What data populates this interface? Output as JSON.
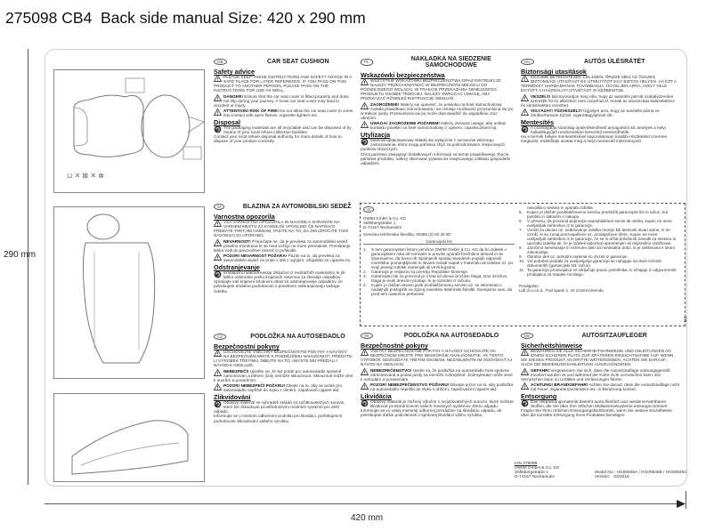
{
  "document": {
    "title": "275098 CB4  Back side manual Size: 420 x 290 mm",
    "height_label": "290 mm",
    "width_label": "420 mm"
  },
  "sections": {
    "gb": {
      "code": "GB",
      "title": "CAR SEAT CUSHION",
      "safety_heading": "Safety advice",
      "intro": "PLEASE KEEP THESE INSTRUCTIONS AND SAFETY ADVICE IN A SAFE PLACE FOR LATER REFERENCE. IF YOU PASS ON THIS PRODUCT TO ANOTHER PERSON, PLEASE PASS ON THE INSTRUCTIONS FOR USE AS WELL.",
      "warnings": [
        {
          "label": "DANGER!",
          "text": "Ensure that the car seat cover is fitted properly and does not slip during your journey. A loose car seat cover may lead to accident or injury."
        },
        {
          "label": "ATTENTION! RISK OF FIRE!",
          "text": "Do not allow the car seat cover to come into contact with open flames, cigarette lighters etc."
        }
      ],
      "disposal_heading": "Disposal",
      "disposal": [
        "The packaging materials are all recyclable and can be disposed of by means of your local refuse collection facilities.",
        "Contact your local refuse disposal authority for more details of how to dispose of your product correctly."
      ]
    },
    "pl": {
      "code": "PL",
      "title": "NAKŁADKA NA SIEDZENIE SAMOCHODOWE",
      "safety_heading": "Wskazówki bezpieczeństwa",
      "intro": "WSZYSTKIE WSKAZÓWKI BEZPIECZEŃSTWA ORAZ INSTRUKCJE NALEŻY PRZECHOWYWAĆ W BEZPIECZNYM MIEJSCU DO PÓŹNIEJSZEGO WGLĄDU. W TRAKCIE PRZEKAZANIA NINIEJSZEGO PRODUKTU OSOBIE TRZECIEJ, NALEŻY ZWRACAĆ UWAGĘ, ABY PRZEKAZAĆ RÓWNIEŻ INSTRUKCJĘ OBSŁUGI.",
      "warnings": [
        {
          "label": "ZAGROŻENIE!",
          "text": "Należy się upewnić, że powłoka na fotel samochodowy została prawidłowo zamontowana i nie istnieje możliwość przesunięcia się jej w trakcie jazdy. Przesunięcia się jej może doprowadzić do wypadków oraz obrażeń."
        },
        {
          "label": "UWAGA! ZAGROŻENIE POŻAREM!",
          "text": "Należy zwracać uwagę, aby unikać kontaktu powłoki na fotel samochodowy z ogniem, zapalniczkami itp."
        }
      ],
      "disposal_heading": "Utylizacja",
      "disposal": [
        "Materiał opakowaniowy składa się wyłącznie z surowców wtórnego zastosowania, które mogą państwo zbyć za pośrednictwem miejscowych punktów zbiorczych.",
        "Chcą państwo zasięgnąć dodatkowych informacji na temat prawidłowego zbycia państwa produktu, należy skierować pytania do miejscowego zakładu gospodarki odpadami."
      ]
    },
    "hu": {
      "code": "HU",
      "title": "AUTÓS ÜLÉSRÁTÉT",
      "safety_heading": "Biztonsági utasítások",
      "intro": "KÉSŐBBI BETEKINTÉSEK CÉLJÁBÓL ŐRIZZE MEG AZ ÖSSZES BIZTONSÁGI UTASÍTÁST ÉS ÚTMUTATÓT EGY BIZTOS HELYEN. HA EZT A TERMÉKET HARMADIKNAK TOVÁBBADJA, ÜGYELJEN ARRA, HOGY VELE EGYÜTT A HASZNÁLATI UTASÍTÁST IS KÉZBESÍTSE.",
      "warnings": [
        {
          "label": "VESZÉLY!",
          "text": "Bizonyosodjon meg róla, hogy az autóülés párnát szabályszerűen szerelték fel és ütközben nem csúszhat el. Annak az elcsúszása balesetekhez és sérülésekhez vezethet."
        },
        {
          "label": "VIGYÁZAT! TŰZVESZÉLY!",
          "text": "Ügyeljen arra, hogy az autóülés párna ne érintkezhessen tűzzel, cigarettagyújtóval stb."
        }
      ],
      "disposal_heading": "Mentesítés",
      "disposal": [
        "A csomagolás kizárólag újraértékesíthető anyagokból áll, amelyek a helyi hulladékgyűjtő rendszereken keresztül mentesíthetők.",
        "Ha a termék helyes mentesítésével kapcsolatosan további részleteket szeretne megtudni, érdeklődje azokat meg a helyi mentesítő intézménynél."
      ]
    },
    "si": {
      "code": "SI",
      "title": "BLAZINA ZA AVTOMOBILSKI SEDEŽ",
      "safety_heading": "Varnostna opozorila",
      "intro": "VSA VARNOSTNA OPOZORILA IN NAVODILA SHRANITE NA VARNEM MESTU ZA KASNEJŠI VPOGLED! ČE NAPRAVO PREDATE TRETJIM OSEBAM, PAZITE NA TO, DA JIM IZROČITE TUDI NAVODILO ZA UPORABO.",
      "warnings": [
        {
          "label": "NEVARNOST!",
          "text": "Prepričajte se, da je prevleka za avtomobilski sedež pravilno montirana in se med vožnjo ne more premakniti. Premikanje lahko vodi do povzročitve nesreč in poškodb."
        },
        {
          "label": "POZOR! NEVARNOST POŽARA!",
          "text": "Pazite na to, da prevleka za avtomobilski sedež ne pride v stik z ognjem, vžigalniki za cigarete itn."
        }
      ],
      "disposal_heading": "Odstranjevanje",
      "disposal": [
        "Embalažni material sestoji izključno iz reciklažnih materialov, ki jih lahko odstranite preko krajevnih sistemov za zbiranje odpadkov.",
        "Vprašajte vaš krajevni strokovni obrat za odstranjevanje odpadkov, če potrebujete dodatne podrobnosti o pravilnem odstranjevanju vašega izdelka."
      ]
    },
    "cz": {
      "code": "CZ",
      "title": "PODLOŽKA NA AUTOSEDADLO",
      "safety_heading": "Bezpečnostní pokyny",
      "intro": "USCHOVEJTE VŠECHNY BEZPEČNOSTNÍ POKYNY A NÁVODY NA BEZPEČNÉM MÍSTĚ K POZDĚJŠÍMU NAHLÉDNUTÍ. PŘEDÁTE-LI VÝROBEK TŘETÍMU, DBEJTE NA TO, ABYSTE MU PŘEDALI I NÁVOD K OBSLUZE.",
      "warnings": [
        {
          "label": "NEBEZPEČÍ!",
          "text": "Ujistěte se, že byl potah pro autosedadlo správně namontován a během jízdy nemůže sklouznout. Sklouznutí může vést k úrazům a poraněním."
        },
        {
          "label": "POZOR! NEBEZPEČÍ POŽÁRU!",
          "text": "Dbejte na to, aby se potah pro autosedadlo nepřišel do styku s ohněm, zapalovači cigaret atd."
        }
      ],
      "disposal_heading": "Zlikvidování",
      "disposal": [
        "Obalový materiál se výhradně skládá ze zužitkovatelných surovin, které lze zlikvidovat prostřednictvím místních systémů pro sběr odpadu.",
        "Informujte se v místním odborném podniku pro likvidaci, potřebujete-li podrobnosti zlikvidování vašeho výrobku."
      ]
    },
    "sk": {
      "code": "SK",
      "title": "PODLOŽKA NA AUTOSEDADLO",
      "safety_heading": "Bezpečnostné pokyny",
      "intro": "VŠETKY BEZPEČNOSTNÉ POKYNY A NÁVODY UCHOVAJTE NA BEZPEČNOM MIESTE PRE NESKORŠIE NAHLIADNUTIE. AK TENTO VÝROBOK ODOVZDÁTE TRETÍM OSOBÁM, NEZABUDNITE IM ODOVZDAŤ AJ NÁVOD NA OBSLUHU.",
      "warnings": [
        {
          "label": "NEBEZPEČENSTVO!",
          "text": "Uistite sa, že podložka na autosedadlo bola správne namontovaná a počas jazdy sa nemôže zošmyknúť. Zošmyknutie môže viesť k nehodám a poraneniam."
        },
        {
          "label": "POZOR! NEBEZPEČENSTVO POŽIARU!",
          "text": "Dávajte pozor na to, aby podložka na autosedadlo neprišla do styku s ohňom, zapaľovačmi cigariet atď."
        }
      ],
      "disposal_heading": "Likvidácia",
      "disposal": [
        "Obalový materiál je zložený výlučne z recyklovateľných surovín, ktoré môžete likvidovať prostredníctvom vašich miestnych systémov zberu odpadu.",
        "Informujte sa vo vašej miestnej odbornej prevádzke na likvidáciu odpadu, ak potrebujete ďalšie podrobnosti o správnej likvidácii vášho výrobku."
      ]
    },
    "de": {
      "code": "DE",
      "title": "AUTOSITZAUFLEGER",
      "safety_heading": "Sicherheitshinweise",
      "intro": "BEWAHREN SIE ALLE SICHERHEITSHINWEISE UND ANLEITUNGEN AN EINEM SICHEREN PLATZ ZUR SPÄTEREN EINSICHTNAHME AUF. WENN SIE DIESES PRODUKT AN DRITTE WEITERGEBEN, ACHTEN SIE DARAUF, AUCH DIE BEDIENUNGSANLEITUNG AUSZUHÄNDIGEN.",
      "warnings": [
        {
          "label": "GEFAHR!",
          "text": "Vergewissern Sie sich, dass die Autositzauflage ordnungsgemäß montiert worden ist und während der Fahrt nicht verrutschen kann. Ein Verrutschen kann zu Unfällen und Verletzungen führen."
        },
        {
          "label": "ACHTUNG! BRANDGEFAHR!",
          "text": "Achten Sie darauf, dass die Autositzauflage nicht mit Feuer, Zigarettenanzündern etc. in Berührung kommt."
        }
      ],
      "disposal_heading": "Entsorgung",
      "disposal": [
        "Das Verpackungsmaterial besteht ausschließlich aus wiederverwertbaren Stoffen, die Sie über Ihre örtlichen Müllsammelsysteme entsorgen können.",
        "Fragen Sie Ihren örtlichen Entsorgungsfachbetrieb, wenn Sie weitere Einzelheiten über die korrekte Entsorgung Ihres Produktes benötigen."
      ]
    }
  },
  "guarantee": {
    "code": "SI",
    "company": "OWIM GmbH & Co. KG",
    "street": "Stiftsbergstraße 1",
    "city": "D-74167 Neckarsulm",
    "phone": "Servisna telefonska številka: 00386 (0) 80 28 60",
    "heading": "Garancijski list",
    "items_left": [
      {
        "n": "1.",
        "text": "S tem garancijskim listom jamčimo OWIM GmbH & Co. KG da bo izdelek v garancijskem roku ob normalni in pravilni uporabi brezhibno deloval in se zavezujemo, da bomo ob izpolnjenih spodaj navedenih pogojih odpravili morebitne pomanjkljivosti in okvare zaradi napak v materialu ali izdelavi oz. po svoji presoji izdelek zamenjali ali vrnili kupnino."
      },
      {
        "n": "2.",
        "text": "Garancija je veljavna na ozemlju Republike Slovenije."
      },
      {
        "n": "3.",
        "text": "Garancijski rok za proizvod je 3 leta od dneva izročitve blaga. Dan izročitve blaga je enak dnevom prodaje, ki je razviden iz računa."
      },
      {
        "n": "4.",
        "text": "Kupec je dolžan okvaro javiti pooblaščenemu servisu oz. se informirati o nadaljnjih postopkih na zgoraj navedeni telefonski številki. Svetujemo vam, da pred tem natančno preberete"
      }
    ],
    "continuation": "navodila o sestavi in uporabi izdelka.",
    "items_right": [
      {
        "n": "5.",
        "text": "Kupec je dolžan pooblaščenemu servisu predložiti garancijski list in račun, kot potrdilo in dokazilo o nakupu."
      },
      {
        "n": "6.",
        "text": "V primeru, da proizvod popravlja nepooblaščeni servis ali oseba, kupec ne more uveljavljati zahtevkov iz te garancije."
      },
      {
        "n": "7.",
        "text": "Vzroki za okvaro oz. nedelovanje izdelka morajo biti lastnosti stvari same, in ne vzroki, ki so zunaj proizvajalčeve oz. prodajalčeve sfere. Kupec ne more uveljavljati zahtevkov iz te garancije, če se ni držal priloženih navodil za sestavo in uporabo izdelka ali, če je izdelek kakorkoli spremenjen ali nepravilno vzdrževan."
      },
      {
        "n": "8.",
        "text": "Jamčimo servisiranje in rezervne dele za minimalno dobo, ki je zahtevana s strani zakonodaje."
      },
      {
        "n": "9.",
        "text": "Obrabni deli oz. potrošni material so izvzeti iz garancije."
      },
      {
        "n": "10.",
        "text": "Vsi potrebni podatki za uveljavljanje garancije se nahajajo na dveh ločenih dokumentih (garancijski list, račun)."
      },
      {
        "n": "11.",
        "text": "Ta garancija proizvajalca ne izključuje pravic potrošnika, ki izhajajo iz odgovornosti prodajalca za napake na blagu."
      }
    ],
    "seller_label": "Prodajalec:",
    "seller": "Lidl d.o.o.k.d., Pod lipami 1, SI-1218 Komenda"
  },
  "footer": {
    "ian": "IAN 275098",
    "company": "OWIM GmbH & Co. KG",
    "street": "Stiftsbergstraße 1",
    "city": "D-74167 Neckarsulm",
    "model": "Model No.: HG00945A / HG00945B / HG00945C",
    "version": "Version:   03/2016"
  },
  "icons": {
    "warning": "warning-triangle-icon",
    "recycle": "recycle-icon",
    "scissors": "scissors-icon"
  }
}
